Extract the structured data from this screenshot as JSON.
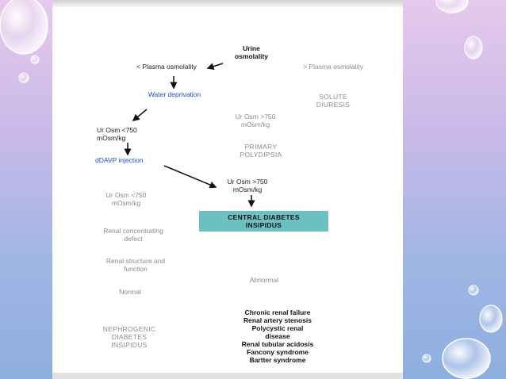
{
  "diagram": {
    "urine_osmolality": "Urine\nosmolality",
    "less_than_plasma": "< Plasma osmolality",
    "greater_than_plasma": "> Plasma osmolality",
    "water_deprivation": "Water deprivation",
    "solute_diuresis": "SOLUTE\nDIURESIS",
    "ur_osm_lt_750_a": "Ur Osm <750\nmOsm/kg",
    "ur_osm_gt_750_a": "Ur Osm >750\nmOsm/kg",
    "primary_polydipsia": "PRIMARY\nPOLYDIPSIA",
    "ddavp_injection": "dDAVP injection",
    "ur_osm_lt_750_b": "Ur Osm <750\nmOsm/kg",
    "ur_osm_gt_750_b": "Ur Osm >750\nmOsm/kg",
    "central_di": "CENTRAL DIABETES\nINSIPIDUS",
    "renal_concentrating_defect": "Renal concentrating\ndefect",
    "renal_structure_function": "Renal structure and\nfunction",
    "abnormal": "Abnormal",
    "normal": "Normal",
    "causes": "Chronic renal failure\nRenal artery stenosis\nPolycystic renal\ndisease\nRenal tubular acidosis\nFancony syndrome\nBartter syndrome",
    "nephrogenic_di": "NEPHROGENIC\nDIABETES\nINSIPIDUS"
  },
  "colors": {
    "accent_teal": "#6cc1c0",
    "link_blue": "#1a4fd0"
  }
}
